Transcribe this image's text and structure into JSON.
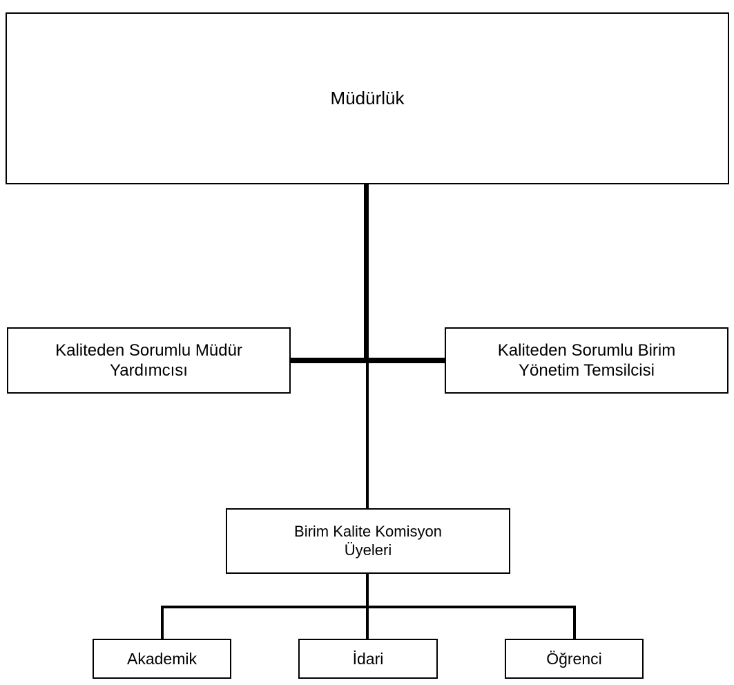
{
  "diagram": {
    "type": "organizational-chart",
    "language": "tr",
    "background_color": "#ffffff",
    "line_color": "#000000",
    "text_color": "#000000",
    "nodes": [
      {
        "id": "mudurluk",
        "label": "Müdürlük",
        "level": 1
      },
      {
        "id": "md_yardimcisi",
        "label": "Kaliteden Sorumlu Müdür\nYardımcısı",
        "level": 2
      },
      {
        "id": "birim_temsil",
        "label": "Kaliteden Sorumlu Birim\nYönetim Temsilcisi",
        "level": 2
      },
      {
        "id": "komisyon",
        "label": "Birim Kalite Komisyon\nÜyeleri",
        "level": 3
      },
      {
        "id": "akademik",
        "label": "Akademik",
        "level": 4
      },
      {
        "id": "idari",
        "label": "İdari",
        "level": 4
      },
      {
        "id": "ogrenci",
        "label": "Öğrenci",
        "level": 4
      }
    ],
    "edges": [
      {
        "from": "mudurluk",
        "to": "md_yardimcisi",
        "style": "thick"
      },
      {
        "from": "mudurluk",
        "to": "birim_temsil",
        "style": "thick"
      },
      {
        "from": "mudurluk",
        "to": "komisyon",
        "style": "thin"
      },
      {
        "from": "komisyon",
        "to": "akademik",
        "style": "thin"
      },
      {
        "from": "komisyon",
        "to": "idari",
        "style": "thin"
      },
      {
        "from": "komisyon",
        "to": "ogrenci",
        "style": "thin"
      }
    ]
  }
}
